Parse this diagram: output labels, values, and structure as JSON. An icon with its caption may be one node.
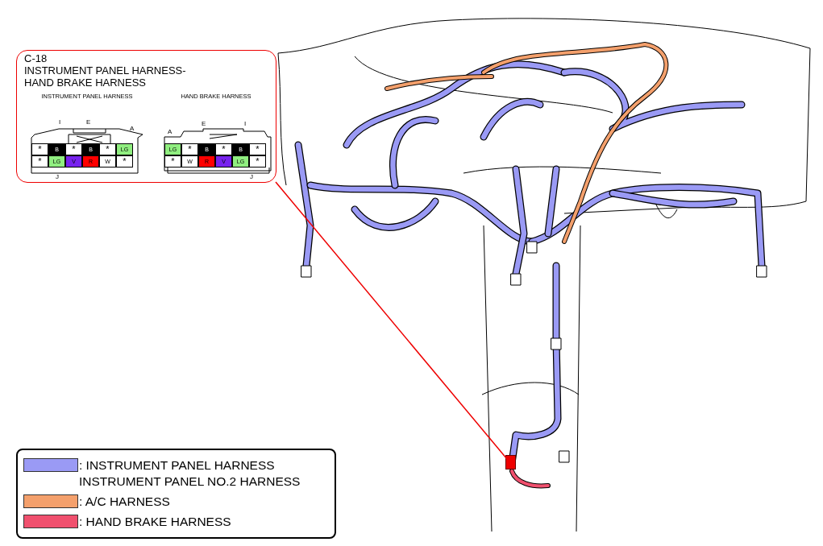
{
  "diagram": {
    "nodes": [
      {
        "text": [
          "C-18",
          "INSTRUMENT PANEL HARNESS- HAND BRAKE HARNESS"
        ]
      },
      {
        "text": [
          "INSTRUMENT PANEL HARNESS"
        ],
        "in": 0
      },
      {
        "text": [
          "HAND BRAKE HARNESS"
        ],
        "in": 0
      },
      {
        "text": [],
        "shape": "box"
      }
    ],
    "edges": [
      {
        "from": 0,
        "to": 3,
        "arrow": "none"
      }
    ],
    "labels": [
      "I",
      "E",
      "A",
      "*",
      "B",
      "*",
      "B",
      "*",
      "LG",
      "*",
      "LG",
      "V",
      "R",
      "W",
      "*",
      "J",
      "A",
      "E",
      "I",
      "LG",
      "*",
      "B",
      "*",
      "B",
      "*",
      "*",
      "W",
      "R",
      "V",
      "LG",
      "*",
      "J"
    ],
    "legend": [
      {
        "text": ": INSTRUMENT PANEL HARNESS INSTRUMENT PANEL NO.2 HARNESS",
        "color": "#9a9af5"
      },
      {
        "text": ": A/C HARNESS",
        "color": "#f4a06c"
      },
      {
        "text": ": HAND BRAKE HARNESS",
        "color": "#f0506e"
      }
    ]
  }
}
